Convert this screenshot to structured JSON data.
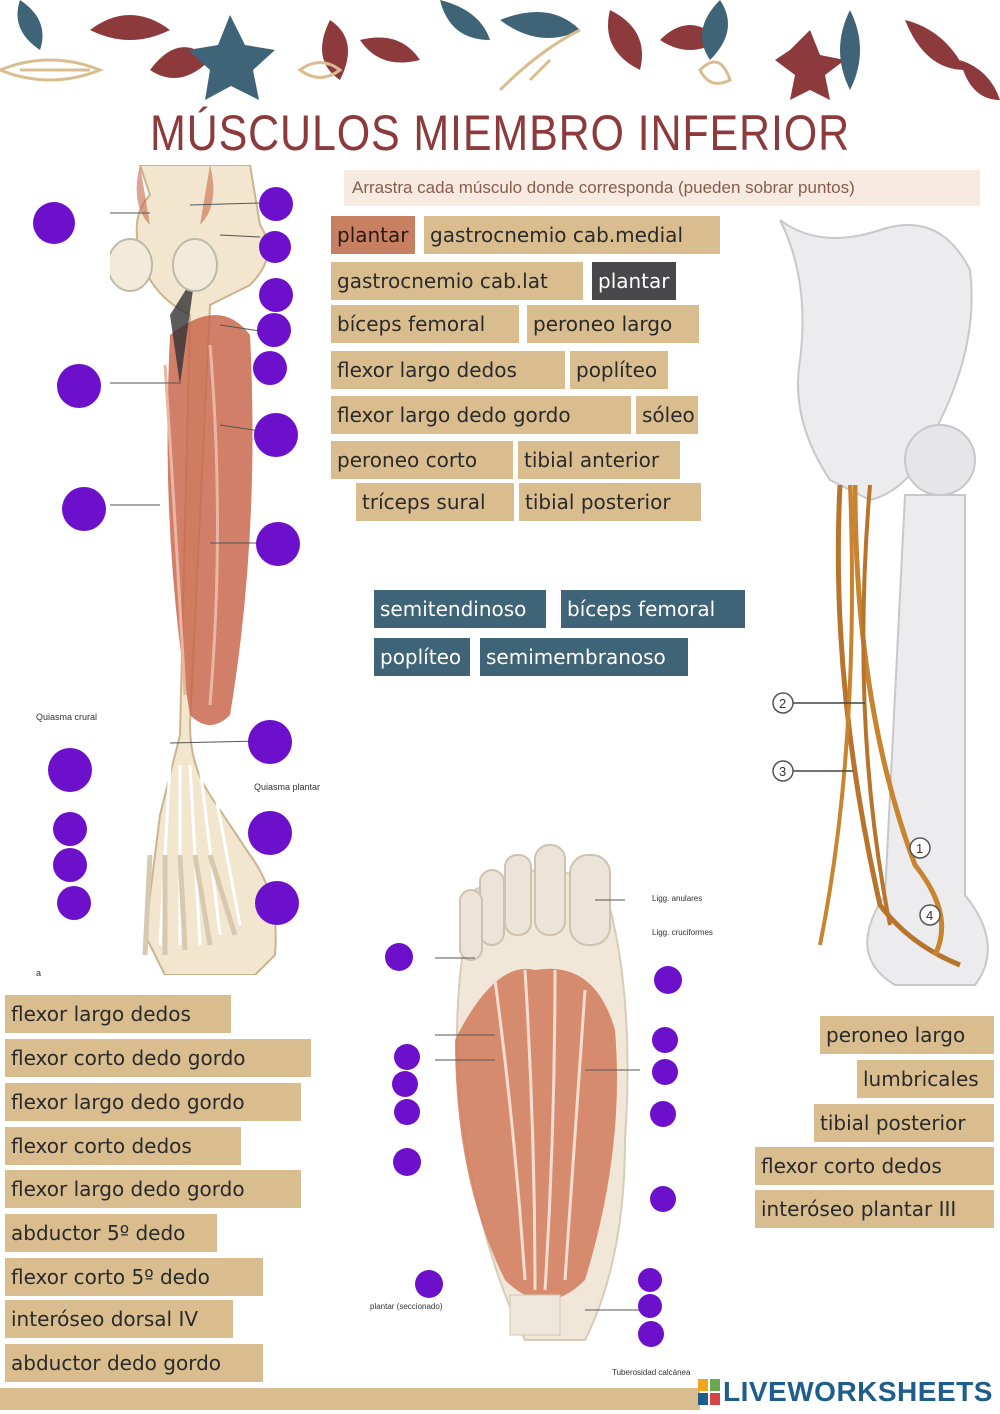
{
  "title": "MÚSCULOS MIEMBRO INFERIOR",
  "instruction": "Arrastra cada músculo donde corresponda (pueden sobrar puntos)",
  "upper_words": [
    {
      "text": "plantar",
      "style": "rust"
    },
    {
      "text": "gastrocnemio cab.medial",
      "style": "tan"
    },
    {
      "text": "gastrocnemio cab.lat",
      "style": "tan"
    },
    {
      "text": "plantar",
      "style": "dark"
    },
    {
      "text": "bíceps femoral",
      "style": "tan"
    },
    {
      "text": "peroneo largo",
      "style": "tan"
    },
    {
      "text": "flexor largo dedos",
      "style": "tan"
    },
    {
      "text": "poplíteo",
      "style": "tan"
    },
    {
      "text": "flexor largo dedo gordo",
      "style": "tan"
    },
    {
      "text": "sóleo",
      "style": "tan"
    },
    {
      "text": "peroneo corto",
      "style": "tan"
    },
    {
      "text": "tibial anterior",
      "style": "tan"
    },
    {
      "text": "tríceps sural",
      "style": "tan"
    },
    {
      "text": "tibial posterior",
      "style": "tan"
    }
  ],
  "blue_words": [
    "semitendinoso",
    "bíceps femoral",
    "poplíteo",
    "semimembranoso"
  ],
  "lower_left_words": [
    "flexor largo dedos",
    "flexor corto dedo gordo",
    "flexor largo dedo gordo",
    "flexor corto dedos",
    "flexor largo dedo gordo",
    "abductor 5º dedo",
    "flexor corto 5º dedo",
    "interóseo dorsal IV",
    "abductor dedo gordo"
  ],
  "lower_right_words": [
    "peroneo largo",
    "lumbricales",
    "tibial posterior",
    "flexor corto dedos",
    "interóseo plantar III"
  ],
  "figure_labels": {
    "quiasma_crural": "Quiasma crural",
    "quiasma_plantar": "Quiasma plantar",
    "figure_letter": "a",
    "lig_anulares": "Ligg. anulares",
    "lig_cruciformes": "Ligg. cruciformes",
    "plantar_seccionado": "plantar (seccionado)",
    "tuberosidad": "Tuberosidad calcánea",
    "hip_numbers": [
      "2",
      "3",
      "1",
      "4"
    ]
  },
  "brand": "LIVEWORKSHEETS",
  "colors": {
    "title": "#8d3a3c",
    "tag_tan": "#d9bd8f",
    "tag_rust": "#c78062",
    "tag_dark": "#48484a",
    "tag_blue": "#3f6478",
    "dot": "#6d10cc"
  }
}
